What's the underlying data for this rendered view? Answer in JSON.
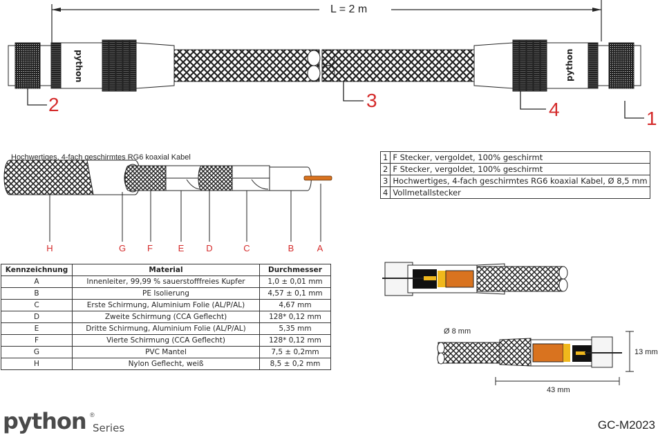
{
  "header": {
    "length_label": "L = 2 m"
  },
  "top_drawing": {
    "brand_on_connector": "python",
    "callouts": [
      "1",
      "2",
      "3",
      "4"
    ]
  },
  "cross_section": {
    "title": "Hochwertiges, 4-fach geschirmtes RG6 koaxial Kabel",
    "layer_letters": [
      "H",
      "G",
      "F",
      "E",
      "D",
      "C",
      "B",
      "A"
    ]
  },
  "parts_table": {
    "rows": [
      {
        "num": "1",
        "desc": "F Stecker, vergoldet, 100% geschirmt"
      },
      {
        "num": "2",
        "desc": "F Stecker, vergoldet, 100% geschirmt"
      },
      {
        "num": "3",
        "desc": "Hochwertiges, 4-fach geschirmtes RG6 koaxial Kabel, Ø 8,5 mm"
      },
      {
        "num": "4",
        "desc": "Vollmetallstecker"
      }
    ]
  },
  "spec_table": {
    "headers": [
      "Kennzeichnung",
      "Material",
      "Durchmesser"
    ],
    "rows": [
      {
        "id": "A",
        "material": "Innenleiter, 99,99 % sauerstofffreies Kupfer",
        "diameter": "1,0 ± 0,01 mm"
      },
      {
        "id": "B",
        "material": "PE Isolierung",
        "diameter": "4,57 ± 0,1 mm"
      },
      {
        "id": "C",
        "material": "Erste Schirmung, Aluminium Folie (AL/P/AL)",
        "diameter": "4,67 mm"
      },
      {
        "id": "D",
        "material": "Zweite Schirmung (CCA Geflecht)",
        "diameter": "128* 0,12 mm"
      },
      {
        "id": "E",
        "material": "Dritte Schirmung, Aluminium Folie (AL/P/AL)",
        "diameter": "5,35 mm"
      },
      {
        "id": "F",
        "material": "Vierte Schirmung (CCA Geflecht)",
        "diameter": "128* 0,12 mm"
      },
      {
        "id": "G",
        "material": "PVC Mantel",
        "diameter": "7,5 ± 0,2mm"
      },
      {
        "id": "H",
        "material": "Nylon Geflecht, weiß",
        "diameter": "8,5 ± 0,2 mm"
      }
    ]
  },
  "dimensions": {
    "cable_diameter": "Ø 8 mm",
    "connector_height": "13 mm",
    "connector_length": "43 mm"
  },
  "footer": {
    "brand": "python",
    "registered": "®",
    "series": "Series",
    "model": "GC-M2023"
  },
  "colors": {
    "callout_red": "#d42a2a",
    "copper": "#d9731f",
    "gold": "#f0b81c"
  }
}
